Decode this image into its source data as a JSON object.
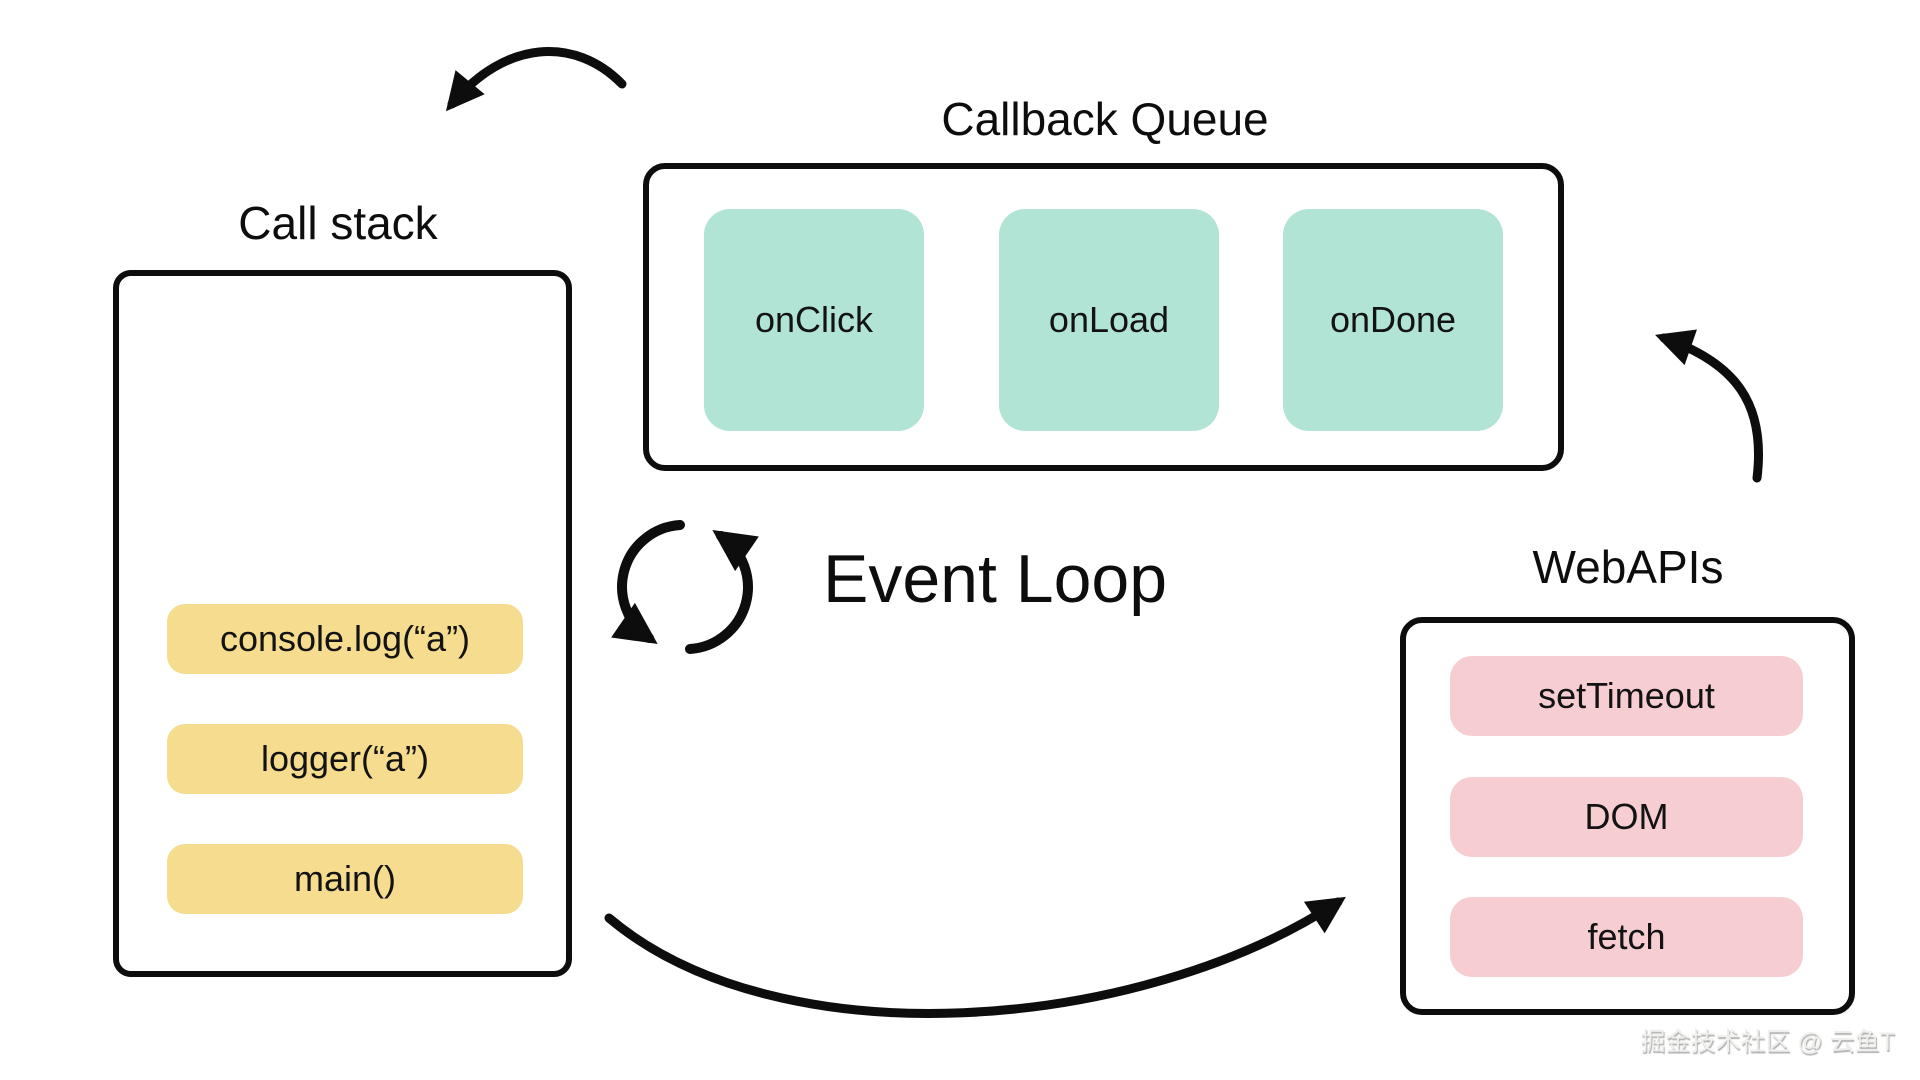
{
  "colors": {
    "background": "#ffffff",
    "stroke": "#0d0d0d",
    "queue_item_bg": "#b2e4d6",
    "stack_item_bg": "#f6dc8e",
    "webapi_item_bg": "#f6ced1",
    "watermark_color": "#efefeb"
  },
  "diagram": {
    "call_stack": {
      "title": "Call stack",
      "items": [
        "console.log(“a”)",
        "logger(“a”)",
        "main()"
      ]
    },
    "callback_queue": {
      "title": "Callback Queue",
      "items": [
        "onClick",
        "onLoad",
        "onDone"
      ]
    },
    "event_loop": {
      "label": "Event Loop"
    },
    "web_apis": {
      "title": "WebAPIs",
      "items": [
        "setTimeout",
        "DOM",
        "fetch"
      ]
    },
    "watermark": "掘金技术社区 @ 云鱼T"
  }
}
